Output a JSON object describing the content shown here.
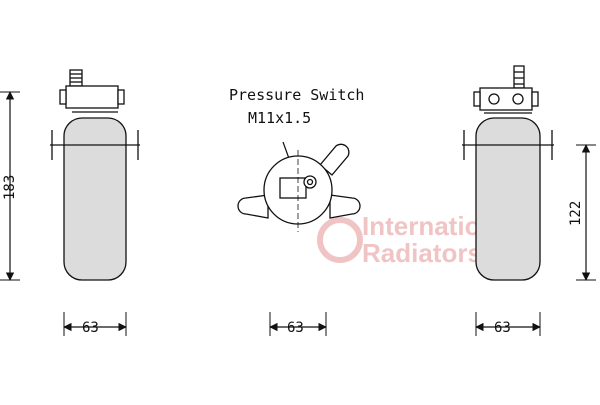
{
  "annotation": {
    "line1": "Pressure Switch",
    "line2": "M11x1.5"
  },
  "dimensions": {
    "left_height": "183",
    "right_height": "122",
    "left_width": "63",
    "center_width": "63",
    "right_width": "63"
  },
  "watermark": {
    "line1": "International",
    "line2": "Radiators"
  },
  "colors": {
    "line": "#111111",
    "body_fill": "#dcdcdc",
    "watermark": "#f0c4c4"
  }
}
